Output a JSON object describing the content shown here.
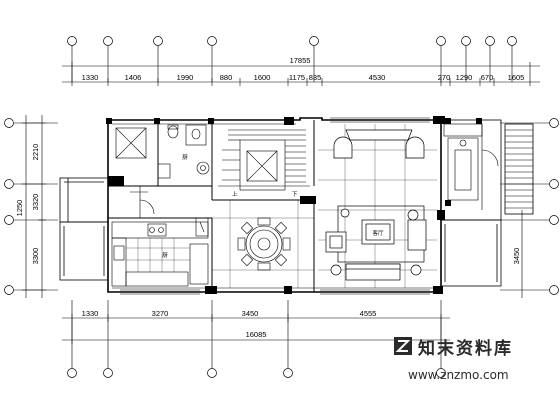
{
  "top_dims": {
    "total": "17855",
    "segments": [
      "1330",
      "1406",
      "1990",
      "880",
      "1600",
      "1175",
      "835",
      "4530",
      "270",
      "1290",
      "670",
      "1605"
    ]
  },
  "left_dims": [
    "2210",
    "1250",
    "3320",
    "3300"
  ],
  "right_dims": [
    "3450"
  ],
  "bottom_dims": {
    "total": "16085",
    "segments": [
      "1330",
      "3270",
      "3450",
      "4555"
    ]
  },
  "room_labels": {
    "upper_left": "厨",
    "up": "上",
    "down": "下",
    "kitchen": "厨",
    "living": "客厅"
  },
  "watermark": {
    "main": "知末资料库",
    "url": "www.znzmo.com"
  }
}
